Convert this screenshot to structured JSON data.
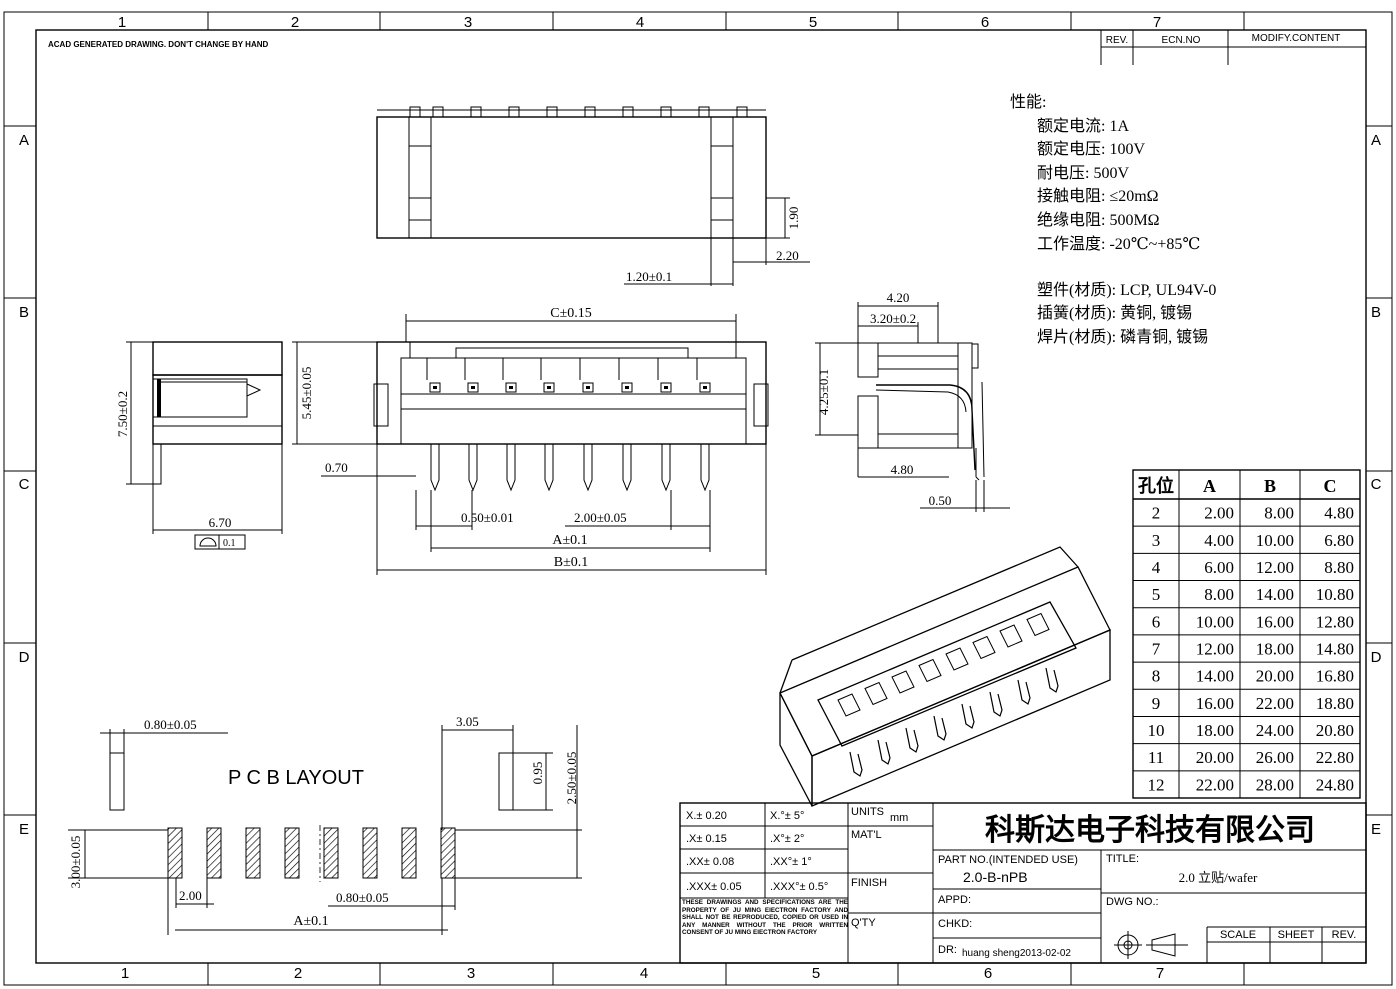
{
  "sheet": {
    "note": "ACAD GENERATED DRAWING. DON'T CHANGE BY HAND",
    "col_zones": [
      "1",
      "2",
      "3",
      "4",
      "5",
      "6",
      "7"
    ],
    "row_zones": [
      "A",
      "B",
      "C",
      "D",
      "E"
    ]
  },
  "revision_block": {
    "rev": "REV.",
    "ecn": "ECN.NO",
    "modify": "MODIFY.CONTENT"
  },
  "specs": {
    "heading": "性能:",
    "lines": [
      "额定电流: 1A",
      "额定电压: 100V",
      "耐电压: 500V",
      "接触电阻: ≤20mΩ",
      "绝缘电阻: 500MΩ",
      "工作温度: -20℃~+85℃"
    ],
    "materials": [
      "塑件(材质): LCP, UL94V-0",
      "插簧(材质): 黄铜, 镀锡",
      "焊片(材质): 磷青铜, 镀锡"
    ]
  },
  "dims": {
    "top_h": "1.90",
    "top_w": "2.20",
    "top_pitch": "1.20±0.1",
    "c": "C±0.15",
    "a": "A±0.1",
    "b": "B±0.1",
    "pin_w": "0.50±0.01",
    "pitch": "2.00±0.05",
    "offset": "0.70",
    "h_545": "5.45±0.05",
    "h_750": "7.50±0.2",
    "w_670": "6.70",
    "flat_tol": "0.1",
    "s_420": "4.20",
    "s_320": "3.20±0.2",
    "s_425": "4.25±0.1",
    "s_480": "4.80",
    "s_050": "0.50"
  },
  "pcb_layout": {
    "title": "P C B  LAYOUT",
    "pad_w_top": "0.80±0.05",
    "pad_w_bottom": "0.80±0.05",
    "pad_h": "3.00±0.05",
    "pitch": "2.00",
    "span": "A±0.1",
    "edge": "3.05",
    "gap": "0.95",
    "side_h": "2.50±0.05"
  },
  "table": {
    "headers": [
      "孔位",
      "A",
      "B",
      "C"
    ],
    "rows": [
      [
        "2",
        "2.00",
        "8.00",
        "4.80"
      ],
      [
        "3",
        "4.00",
        "10.00",
        "6.80"
      ],
      [
        "4",
        "6.00",
        "12.00",
        "8.80"
      ],
      [
        "5",
        "8.00",
        "14.00",
        "10.80"
      ],
      [
        "6",
        "10.00",
        "16.00",
        "12.80"
      ],
      [
        "7",
        "12.00",
        "18.00",
        "14.80"
      ],
      [
        "8",
        "14.00",
        "20.00",
        "16.80"
      ],
      [
        "9",
        "16.00",
        "22.00",
        "18.80"
      ],
      [
        "10",
        "18.00",
        "24.00",
        "20.80"
      ],
      [
        "11",
        "20.00",
        "26.00",
        "22.80"
      ],
      [
        "12",
        "22.00",
        "28.00",
        "24.80"
      ]
    ]
  },
  "title_block": {
    "tolerances": [
      [
        "X.± 0.20",
        "X.°± 5°"
      ],
      [
        ".X± 0.15",
        ".X°± 2°"
      ],
      [
        ".XX± 0.08",
        ".XX°± 1°"
      ],
      [
        ".XXX± 0.05",
        ".XXX°± 0.5°"
      ]
    ],
    "disclaimer": "THESE DRAWINGS AND SPECIFICATIONS ARE THE PROPERTY OF JU MING EIECTRON FACTORY AND SHALL NOT BE REPRODUCED, COPIED OR USED IN ANY MANNER WITHOUT THE PRIOR WRITTEN CONSENT OF JU MING EIECTRON FACTORY",
    "units_label": "UNITS",
    "units_value": "mm",
    "matl": "MAT'L",
    "finish": "FINISH",
    "qty": "Q'TY",
    "company": "科斯达电子科技有限公司",
    "part_no_label": "PART NO.(INTENDED USE)",
    "part_no": "2.0-B-nPB",
    "title_label": "TITLE:",
    "title_value": "2.0 立贴/wafer",
    "appd": "APPD:",
    "chkd": "CHKD:",
    "dr_label": "DR:",
    "dr_value": "huang sheng2013-02-02",
    "dwg_no": "DWG NO.:",
    "scale": "SCALE",
    "sheet": "SHEET",
    "rev": "REV."
  }
}
